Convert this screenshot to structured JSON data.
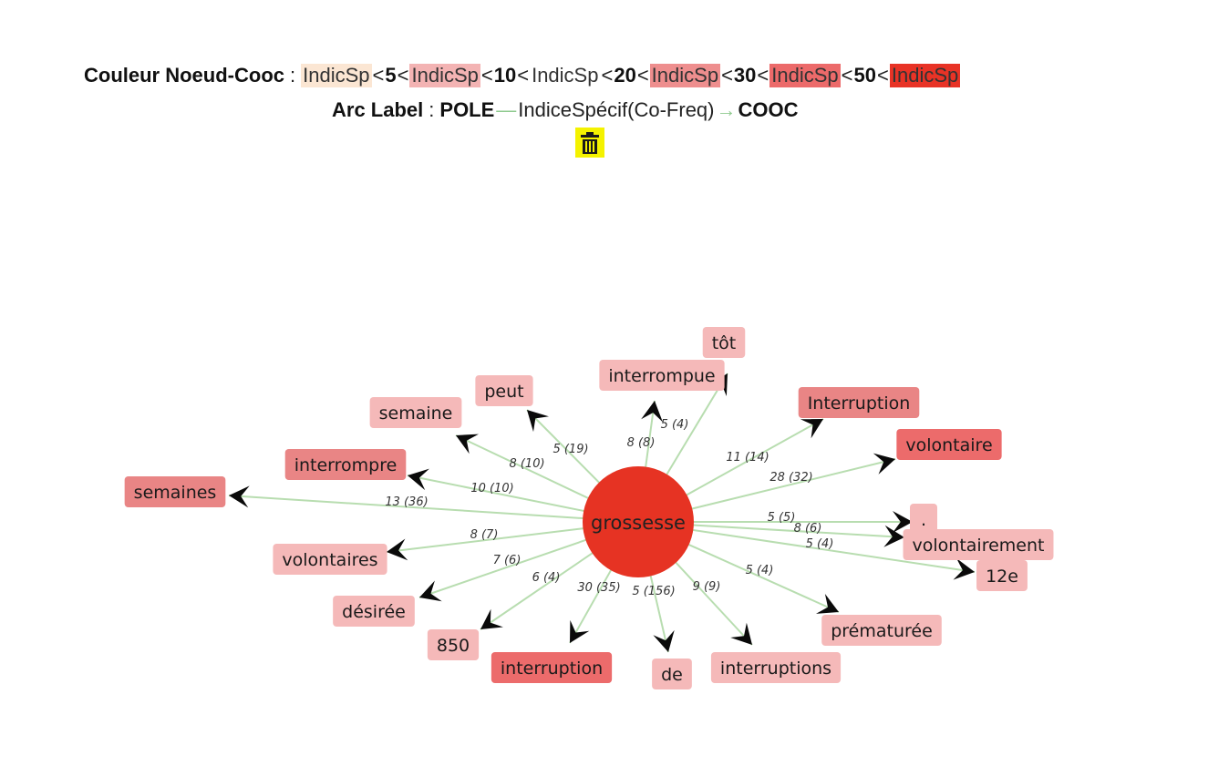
{
  "legend": {
    "couleur_label": "Couleur Noeud-Cooc",
    "separator": ":",
    "items": [
      {
        "text": "IndicSp",
        "color": "#fbe6d3"
      },
      {
        "threshold": "5"
      },
      {
        "text": "IndicSp",
        "color": "#f3b3b3"
      },
      {
        "threshold": "10"
      },
      {
        "text": "IndicSp",
        "color": "#ffffff"
      },
      {
        "threshold": "20"
      },
      {
        "text": "IndicSp",
        "color": "#ee8e8e"
      },
      {
        "threshold": "30"
      },
      {
        "text": "IndicSp",
        "color": "#ec6a6a"
      },
      {
        "threshold": "50"
      },
      {
        "text": "IndicSp",
        "color": "#e83326"
      }
    ],
    "lt": "<",
    "arc_label": "Arc Label",
    "arc_pole": "POLE",
    "arc_middle": "IndiceSpécif(Co-Freq)",
    "arc_cooc": "COOC",
    "arc_dash": "—",
    "arc_arrow": "→"
  },
  "toolbar": {
    "delete_icon": "trash-icon",
    "delete_color": "#f4f200"
  },
  "graph": {
    "center": {
      "label": "grossesse",
      "color": "#e63323"
    },
    "nodes": [
      {
        "label": "tôt",
        "color": "#f5b9b9",
        "edge": "5 (4)"
      },
      {
        "label": "interrompue",
        "color": "#f5b9b9",
        "edge": "8 (8)"
      },
      {
        "label": "peut",
        "color": "#f5b9b9",
        "edge": "5 (19)"
      },
      {
        "label": "semaine",
        "color": "#f5b9b9",
        "edge": "8 (10)"
      },
      {
        "label": "interrompre",
        "color": "#e98585",
        "edge": "10 (10)"
      },
      {
        "label": "semaines",
        "color": "#e98585",
        "edge": "13 (36)"
      },
      {
        "label": "Interruption",
        "color": "#e98585",
        "edge": "11 (14)"
      },
      {
        "label": "volontaire",
        "color": "#ec6b6b",
        "edge": "28 (32)"
      },
      {
        "label": ".",
        "color": "#f5b9b9",
        "edge": "5 (5)"
      },
      {
        "label": "volontairement",
        "color": "#f5b9b9",
        "edge": "8 (6)"
      },
      {
        "label": "12e",
        "color": "#f5b9b9",
        "edge": "5 (4)"
      },
      {
        "label": "volontaires",
        "color": "#f5b9b9",
        "edge": "8 (7)"
      },
      {
        "label": "désirée",
        "color": "#f5b9b9",
        "edge": "7 (6)"
      },
      {
        "label": "850",
        "color": "#f5b9b9",
        "edge": "6 (4)"
      },
      {
        "label": "interruption",
        "color": "#ec6b6b",
        "edge": "30 (35)"
      },
      {
        "label": "de",
        "color": "#f5b9b9",
        "edge": "5 (156)"
      },
      {
        "label": "interruptions",
        "color": "#f5b9b9",
        "edge": "9 (9)"
      },
      {
        "label": "prématurée",
        "color": "#f5b9b9",
        "edge": "5 (4)"
      }
    ],
    "edge_color": "#b8ddb0",
    "arrow_color": "#0a0a0a"
  }
}
